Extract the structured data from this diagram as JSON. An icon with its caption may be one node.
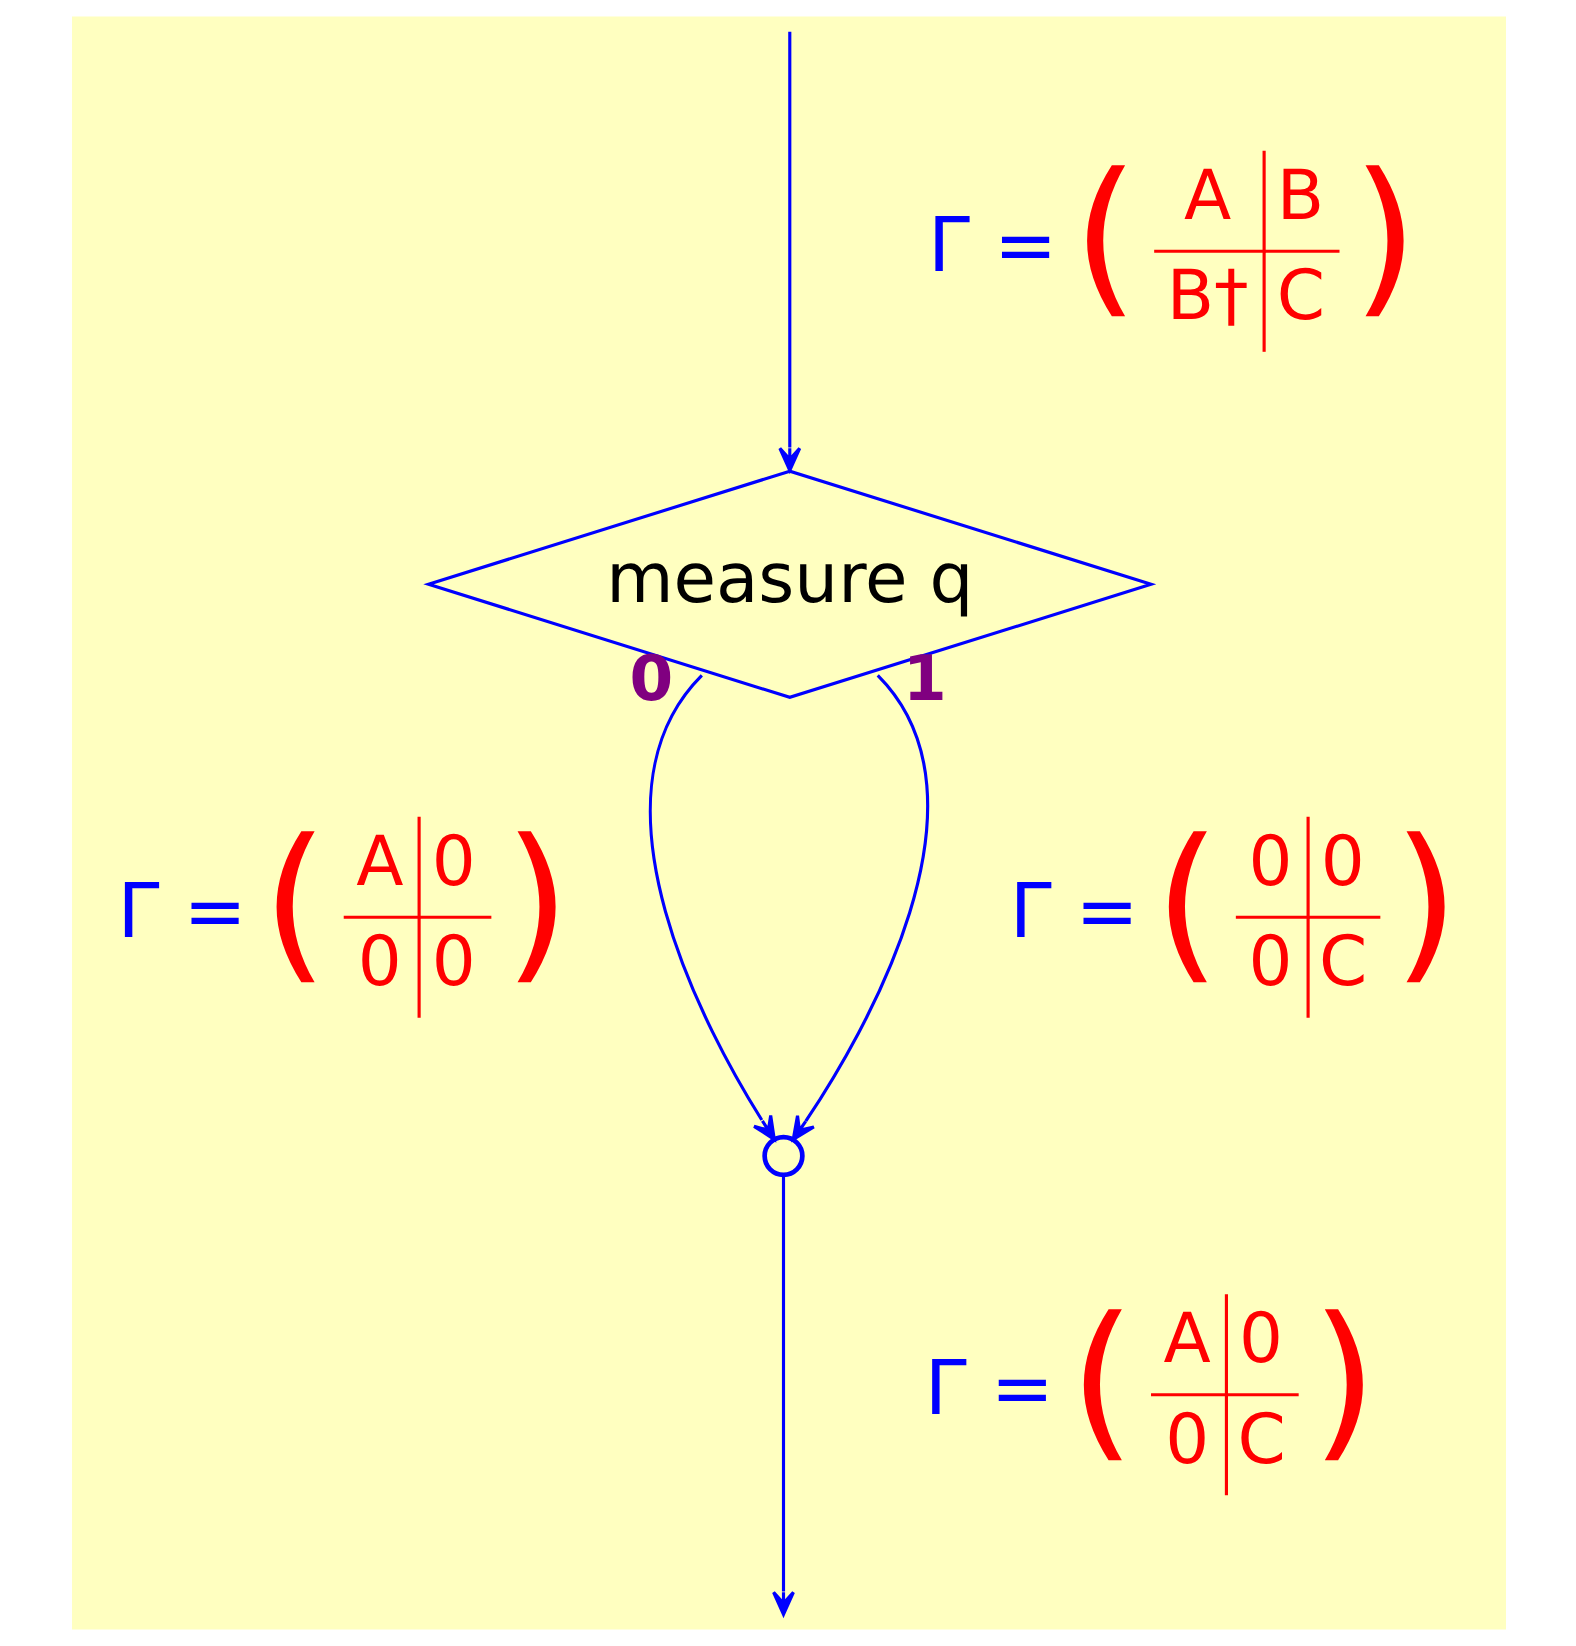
{
  "diagram": {
    "nodes": [
      {
        "text": [
          "measure q"
        ]
      },
      {
        "text": [],
        "shape": "circle"
      }
    ],
    "edges": [
      {
        "from": null,
        "to": 0,
        "arrow": "to"
      },
      {
        "from": 0,
        "to": 1,
        "arrow": "to",
        "label": "0"
      },
      {
        "from": 0,
        "to": 1,
        "arrow": "to",
        "label": "1"
      },
      {
        "from": 1,
        "to": null,
        "arrow": "to"
      }
    ],
    "labels": [
      "Γ =",
      "(",
      "A",
      "B",
      "B†",
      "C",
      ")",
      "Γ =",
      "(",
      "A",
      "0",
      "0",
      "0",
      ")",
      "Γ =",
      "(",
      "0",
      "0",
      "0",
      "C",
      ")",
      "Γ =",
      "(",
      "A",
      "0",
      "0",
      "C",
      ")"
    ]
  }
}
